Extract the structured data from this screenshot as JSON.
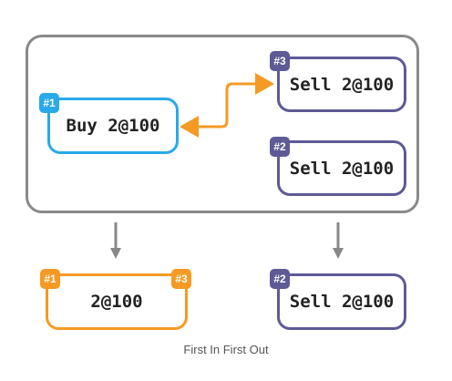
{
  "orderbook": {
    "buy": {
      "badge": "#1",
      "label": "Buy 2@100"
    },
    "sell_top": {
      "badge": "#3",
      "label": "Sell 2@100"
    },
    "sell_bottom": {
      "badge": "#2",
      "label": "Sell 2@100"
    }
  },
  "results": {
    "matched": {
      "badge_left": "#1",
      "badge_right": "#3",
      "label": "2@100"
    },
    "remaining": {
      "badge": "#2",
      "label": "Sell 2@100"
    }
  },
  "caption": "First In First Out",
  "colors": {
    "buy": "#29a9e8",
    "sell": "#5e5a96",
    "match": "#f59a23",
    "border": "#8a8a8a"
  }
}
